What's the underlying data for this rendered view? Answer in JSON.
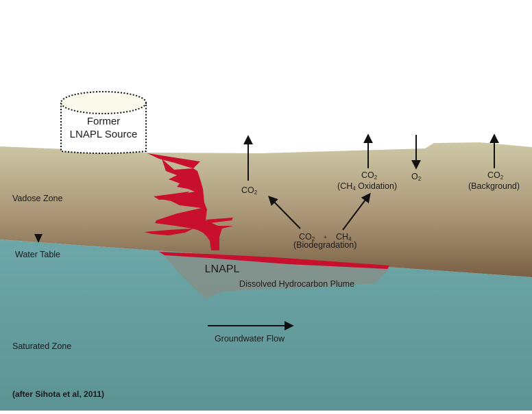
{
  "source_tank": {
    "line1": "Former",
    "line2": "LNAPL Source"
  },
  "zones": {
    "vadose": "Vadose Zone",
    "water_table": "Water Table",
    "saturated": "Saturated Zone"
  },
  "lnapl": "LNAPL",
  "plume": "Dissolved Hydrocarbon Plume",
  "flow": "Groundwater Flow",
  "gases": {
    "co2_main": "CO",
    "sub_2": "2",
    "co2_ch4ox_note": "(CH",
    "ch4_sub": "4",
    "oxidation_word": " Oxidation)",
    "o2": "O",
    "co2_bg_note": "(Background)",
    "co2_bio": "CO",
    "plus": "+",
    "ch4": "CH",
    "bio_note": "(Biodegradation)"
  },
  "citation": "(after Sihota et al, 2011)",
  "colors": {
    "surface_top": "#cbc6a4",
    "vadose_bottom": "#7e6447",
    "groundwater_top": "#6aa3a5",
    "groundwater_bottom": "#5d9494",
    "lnapl_red": "#c8102e",
    "plume_gray": "#8a8d86"
  }
}
